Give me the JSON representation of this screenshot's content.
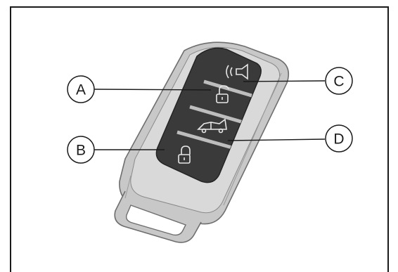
{
  "figure": {
    "callouts": [
      {
        "id": "A",
        "label": "A",
        "target": "unlock-button"
      },
      {
        "id": "B",
        "label": "B",
        "target": "lock-button"
      },
      {
        "id": "C",
        "label": "C",
        "target": "panic-alarm-button"
      },
      {
        "id": "D",
        "label": "D",
        "target": "trunk-release-button"
      }
    ],
    "buttons": [
      {
        "name": "panic-alarm-button",
        "icon": "horn-icon"
      },
      {
        "name": "unlock-button",
        "icon": "unlocked-padlock-icon"
      },
      {
        "name": "trunk-release-button",
        "icon": "car-trunk-icon"
      },
      {
        "name": "lock-button",
        "icon": "locked-padlock-icon"
      }
    ],
    "colors": {
      "fob_shell": "#c4c4c4",
      "fob_shell_edge": "#6e6e6e",
      "button_panel": "#3a3a3a",
      "button_icon": "#e6e6e6",
      "line": "#1a1a1a"
    }
  }
}
